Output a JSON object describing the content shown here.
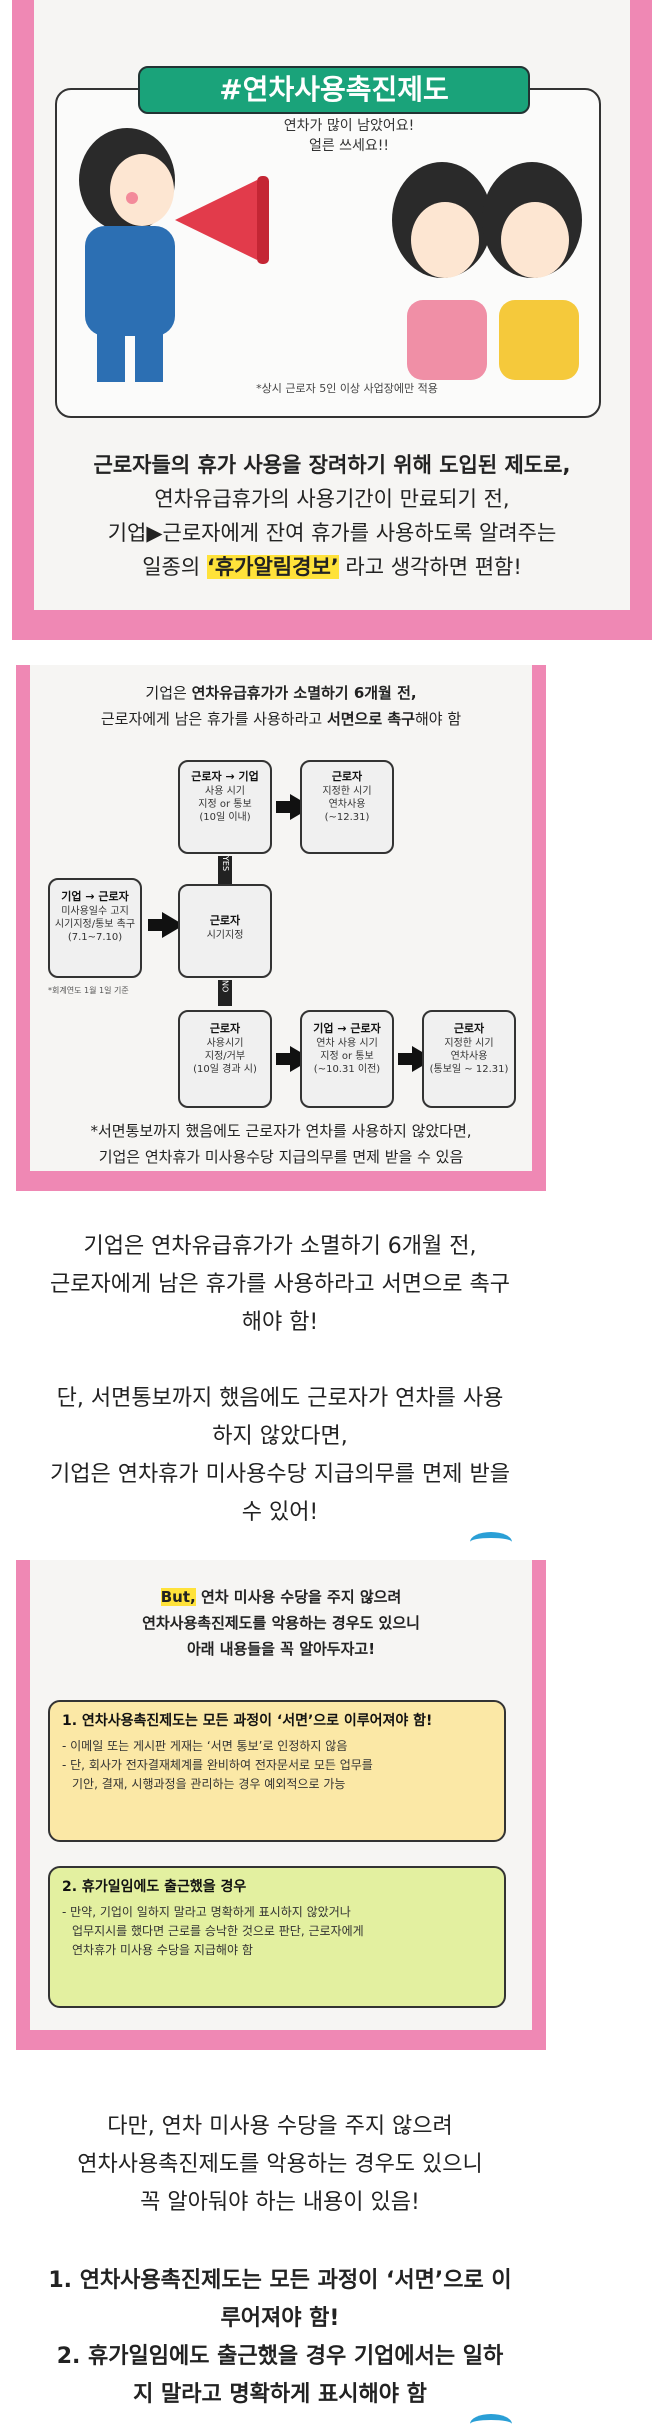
{
  "card1": {
    "tag": "#연차사용촉진제도",
    "bubble": [
      "연차가 많이 남았어요!",
      "얼른 쓰세요!!"
    ],
    "note": "*상시 근로자 5인 이상 사업장에만 적용",
    "lines": [
      "근로자들의 휴가 사용을 장려하기 위해 도입된 제도로,",
      "연차유급휴가의 사용기간이 만료되기 전,",
      "기업▶근로자에게 잔여 휴가를 사용하도록 알려주는"
    ],
    "last_pre": "일종의 ",
    "last_hl": "‘휴가알림경보’",
    "last_post": " 라고 생각하면 편함!"
  },
  "card2": {
    "title1_pre": "기업은 ",
    "title1_bold": "연차유급휴가가 소멸하기 6개월 전,",
    "title2_pre": "근로자에게 남은 휴가를 사용하라고 ",
    "title2_bold": "서면으로 촉구",
    "title2_post": "해야 함",
    "box_start": {
      "title": "기업 → 근로자",
      "l1": "미사용일수 고지",
      "l2": "시기지정/통보 촉구",
      "l3": "(7.1~7.10)"
    },
    "basis": "*회계연도 1월 1일 기준",
    "box_mid": {
      "title": "근로자",
      "l1": "시기지정"
    },
    "box_top1": {
      "title": "근로자 → 기업",
      "l1": "사용 시기",
      "l2": "지정 or 통보",
      "l3": "(10일 이내)"
    },
    "box_top2": {
      "title": "근로자",
      "l1": "지정한 시기",
      "l2": "연차사용",
      "l3": "(~12.31)"
    },
    "box_bot1": {
      "title": "근로자",
      "l1": "사용시기",
      "l2": "지정/거부",
      "l3": "(10일 경과 시)"
    },
    "box_bot2": {
      "title": "기업 → 근로자",
      "l1": "연차 사용 시기",
      "l2": "지정 or 통보",
      "l3": "(~10.31 이전)"
    },
    "box_bot3": {
      "title": "근로자",
      "l1": "지정한 시기",
      "l2": "연차사용",
      "l3": "(통보일 ~ 12.31)"
    },
    "yes": "YES",
    "no": "NO",
    "footnote1": "*서면통보까지 했음에도 근로자가 연차를 사용하지 않았다면,",
    "footnote2": "기업은 연차휴가 미사용수당 지급의무를 면제 받을 수 있음"
  },
  "para1": [
    "기업은 연차유급휴가가 소멸하기 6개월 전,",
    "근로자에게 남은 휴가를 사용하라고 서면으로 촉구",
    "해야 함!",
    "",
    "단, 서면통보까지 했음에도 근로자가 연차를 사용",
    "하지 않았다면,",
    "기업은 연차휴가 미사용수당 지급의무를 면제 받을",
    "수 있어!"
  ],
  "card3": {
    "but": "But,",
    "line1_rest": " 연차 미사용 수당을 주지 않으려",
    "line2": "연차사용촉진제도를 악용하는 경우도 있으니",
    "line3": "아래 내용들을 꼭 알아두자고!",
    "box1": {
      "head": "1. 연차사용촉진제도는 모든 과정이 ‘서면’으로 이루어져야 함!",
      "b1": "- 이메일 또는 게시판 게재는 ‘서면 통보’로 인정하지 않음",
      "b2": "- 단, 회사가 전자결재체계를 완비하여 전자문서로 모든 업무를",
      "b3": "기안, 결재, 시행과정을 관리하는 경우 예외적으로 가능"
    },
    "box2": {
      "head": "2. 휴가일임에도 출근했을 경우",
      "b1": "- 만약, 기업이 일하지 말라고 명확하게 표시하지 않았거나",
      "b2": "업무지시를 했다면 근로를 승낙한 것으로 판단, 근로자에게",
      "b3": "연차휴가 미사용 수당을 지급해야 함"
    }
  },
  "para2": [
    "다만, 연차 미사용 수당을 주지 않으려",
    "연차사용촉진제도를 악용하는 경우도 있으니",
    "꼭 알아둬야 하는 내용이 있음!"
  ],
  "para3": [
    "1. 연차사용촉진제도는 모든 과정이 ‘서면’으로 이",
    "루어져야 함!",
    "2. 휴가일임에도 출근했을 경우 기업에서는 일하",
    "지 말라고 명확하게 표시해야 함"
  ],
  "colors": {
    "pink": "#ef88b4",
    "green_tag": "#1aa37a",
    "highlight": "#ffe23a",
    "box_yellow": "#fbe8a6",
    "box_green": "#e3f0a0"
  }
}
